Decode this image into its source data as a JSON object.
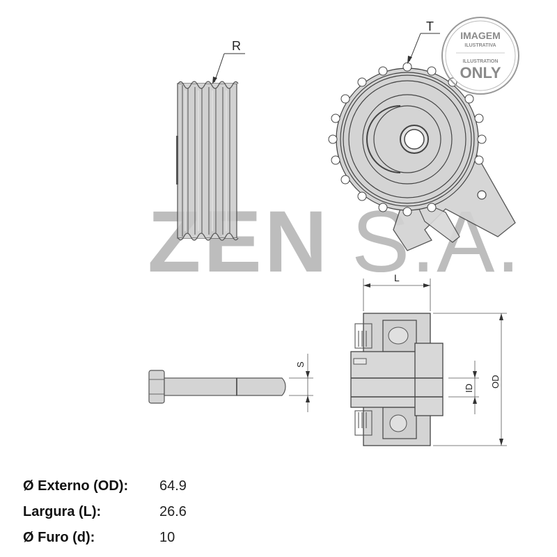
{
  "watermark": {
    "brand_left": "ZEN",
    "brand_right": "S.A.",
    "color": "#bdbdbd"
  },
  "badge": {
    "line1": "IMAGEM",
    "line2": "ILUSTRATIVA",
    "line3": "ILLUSTRATION",
    "line4": "ONLY",
    "color": "#8a8a8a"
  },
  "diagram": {
    "callouts": {
      "ribbed_pulley": "R",
      "toothed_pulley": "T",
      "length": "L",
      "outer_diameter": "OD",
      "inner_diameter": "ID",
      "bolt": "S"
    },
    "part_fill": "#d4d4d4",
    "line_color": "#444444"
  },
  "specs": [
    {
      "label": "Ø Externo (OD):",
      "value": "64.9"
    },
    {
      "label": "Largura (L):",
      "value": "26.6"
    },
    {
      "label": "Ø Furo (d):",
      "value": "10"
    }
  ]
}
